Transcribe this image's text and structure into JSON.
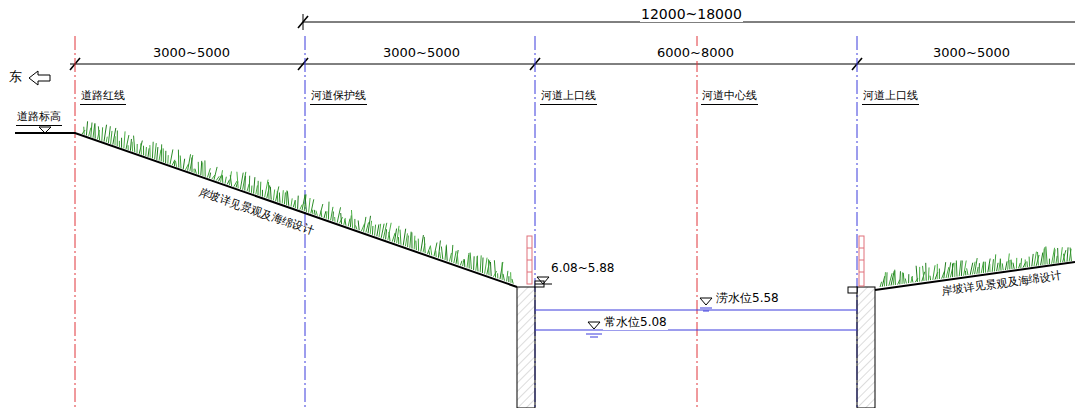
{
  "diagram": {
    "labels": [
      "东",
      "12000~18000",
      "3000~5000",
      "3000~5000",
      "6000~8000",
      "3000~5000",
      "道路红线",
      "河道保护线",
      "河道上口线",
      "河道中心线",
      "河道上口线",
      "道路标高",
      "岸坡详见景观及海绵设计",
      "6.08~5.88",
      "涝水位5.58",
      "常水位5.08",
      "岸坡详见景观及海绵设计"
    ]
  }
}
